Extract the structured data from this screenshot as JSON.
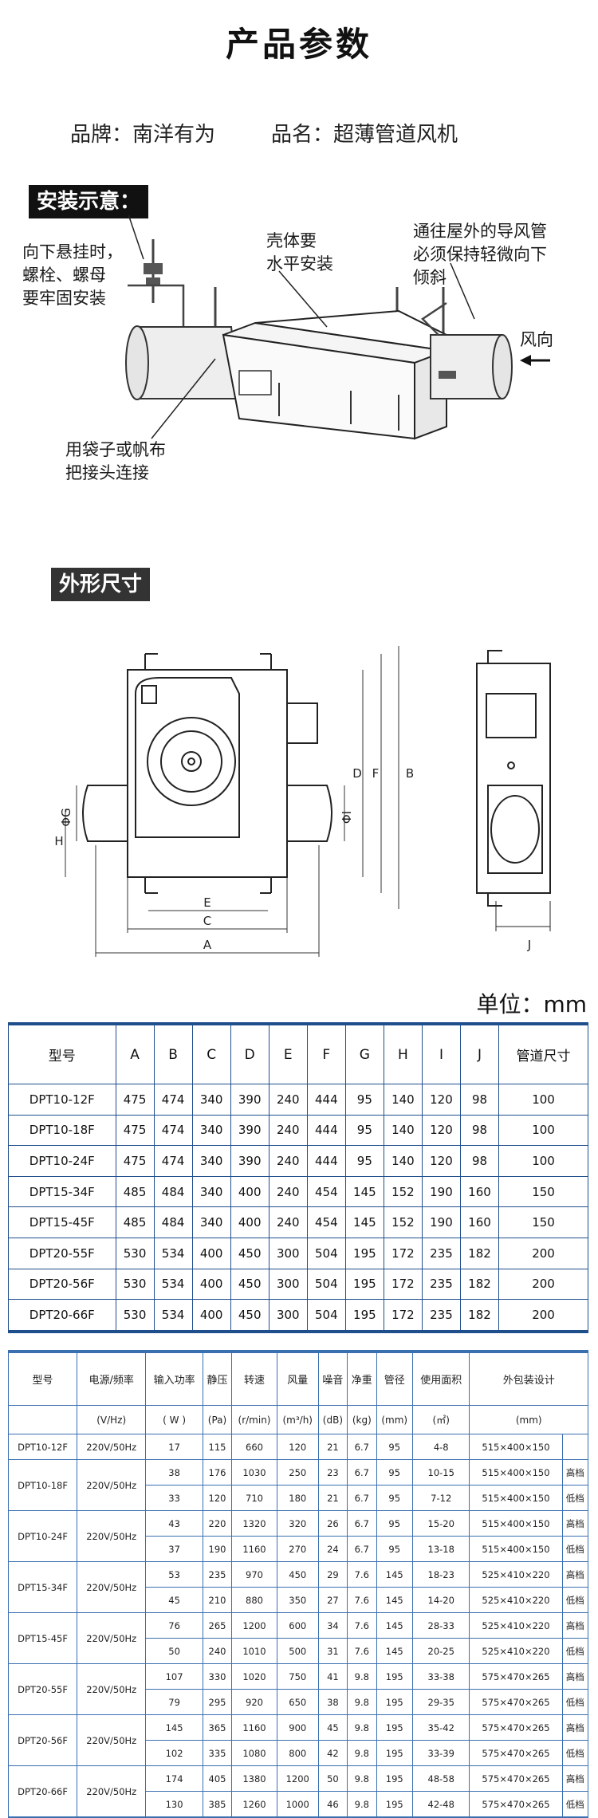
{
  "title": "产品参数",
  "brand": {
    "label": "品牌：南洋有为",
    "name": "品名：超薄管道风机"
  },
  "install": {
    "tag": "安装示意：",
    "callout_hang": [
      "向下悬挂时，",
      "螺栓、螺母",
      "要牢固安装"
    ],
    "callout_level": [
      "壳体要",
      "水平安装"
    ],
    "callout_duct": [
      "通往屋外的导风管",
      "必须保持轻微向下",
      "倾斜"
    ],
    "callout_wind": "风向",
    "callout_bag": [
      "用袋子或帆布",
      "把接头连接"
    ]
  },
  "dims": {
    "tag": "外形尺寸",
    "letters": {
      "A": "A",
      "B": "B",
      "C": "C",
      "D": "D",
      "E": "E",
      "F": "F",
      "G": "ΦG",
      "H": "H",
      "I": "ΦI",
      "J": "J"
    }
  },
  "unit": "单位：mm",
  "table1": {
    "headers": [
      "型号",
      "A",
      "B",
      "C",
      "D",
      "E",
      "F",
      "G",
      "H",
      "I",
      "J",
      "管道尺寸"
    ],
    "rows": [
      [
        "DPT10-12F",
        "475",
        "474",
        "340",
        "390",
        "240",
        "444",
        "95",
        "140",
        "120",
        "98",
        "100"
      ],
      [
        "DPT10-18F",
        "475",
        "474",
        "340",
        "390",
        "240",
        "444",
        "95",
        "140",
        "120",
        "98",
        "100"
      ],
      [
        "DPT10-24F",
        "475",
        "474",
        "340",
        "390",
        "240",
        "444",
        "95",
        "140",
        "120",
        "98",
        "100"
      ],
      [
        "DPT15-34F",
        "485",
        "484",
        "340",
        "400",
        "240",
        "454",
        "145",
        "152",
        "190",
        "160",
        "150"
      ],
      [
        "DPT15-45F",
        "485",
        "484",
        "340",
        "400",
        "240",
        "454",
        "145",
        "152",
        "190",
        "160",
        "150"
      ],
      [
        "DPT20-55F",
        "530",
        "534",
        "400",
        "450",
        "300",
        "504",
        "195",
        "172",
        "235",
        "182",
        "200"
      ],
      [
        "DPT20-56F",
        "530",
        "534",
        "400",
        "450",
        "300",
        "504",
        "195",
        "172",
        "235",
        "182",
        "200"
      ],
      [
        "DPT20-66F",
        "530",
        "534",
        "400",
        "450",
        "300",
        "504",
        "195",
        "172",
        "235",
        "182",
        "200"
      ]
    ]
  },
  "table2": {
    "headers": [
      "型号",
      "电源/频率",
      "输入功率",
      "静压",
      "转速",
      "风量",
      "噪音",
      "净重",
      "管径",
      "使用面积",
      "外包装设计"
    ],
    "units": [
      "",
      "(V/Hz)",
      "( W )",
      "(Pa)",
      "(r/min)",
      "(m³/h)",
      "(dB)",
      "(kg)",
      "(mm)",
      "(㎡)",
      "(mm)"
    ],
    "groups": [
      {
        "model": "DPT10-12F",
        "power": "220V/50Hz",
        "rows": [
          [
            "17",
            "115",
            "660",
            "120",
            "21",
            "6.7",
            "95",
            "4-8",
            "515×400×150",
            ""
          ]
        ]
      },
      {
        "model": "DPT10-18F",
        "power": "220V/50Hz",
        "rows": [
          [
            "38",
            "176",
            "1030",
            "250",
            "23",
            "6.7",
            "95",
            "10-15",
            "515×400×150",
            "高档"
          ],
          [
            "33",
            "120",
            "710",
            "180",
            "21",
            "6.7",
            "95",
            "7-12",
            "515×400×150",
            "低档"
          ]
        ]
      },
      {
        "model": "DPT10-24F",
        "power": "220V/50Hz",
        "rows": [
          [
            "43",
            "220",
            "1320",
            "320",
            "26",
            "6.7",
            "95",
            "15-20",
            "515×400×150",
            "高档"
          ],
          [
            "37",
            "190",
            "1160",
            "270",
            "24",
            "6.7",
            "95",
            "13-18",
            "515×400×150",
            "低档"
          ]
        ]
      },
      {
        "model": "DPT15-34F",
        "power": "220V/50Hz",
        "rows": [
          [
            "53",
            "235",
            "970",
            "450",
            "29",
            "7.6",
            "145",
            "18-23",
            "525×410×220",
            "高档"
          ],
          [
            "45",
            "210",
            "880",
            "350",
            "27",
            "7.6",
            "145",
            "14-20",
            "525×410×220",
            "低档"
          ]
        ]
      },
      {
        "model": "DPT15-45F",
        "power": "220V/50Hz",
        "rows": [
          [
            "76",
            "265",
            "1200",
            "600",
            "34",
            "7.6",
            "145",
            "28-33",
            "525×410×220",
            "高档"
          ],
          [
            "50",
            "240",
            "1010",
            "500",
            "31",
            "7.6",
            "145",
            "20-25",
            "525×410×220",
            "低档"
          ]
        ]
      },
      {
        "model": "DPT20-55F",
        "power": "220V/50Hz",
        "rows": [
          [
            "107",
            "330",
            "1020",
            "750",
            "41",
            "9.8",
            "195",
            "33-38",
            "575×470×265",
            "高档"
          ],
          [
            "79",
            "295",
            "920",
            "650",
            "38",
            "9.8",
            "195",
            "29-35",
            "575×470×265",
            "低档"
          ]
        ]
      },
      {
        "model": "DPT20-56F",
        "power": "220V/50Hz",
        "rows": [
          [
            "145",
            "365",
            "1160",
            "900",
            "45",
            "9.8",
            "195",
            "35-42",
            "575×470×265",
            "高档"
          ],
          [
            "102",
            "335",
            "1080",
            "800",
            "42",
            "9.8",
            "195",
            "33-39",
            "575×470×265",
            "低档"
          ]
        ]
      },
      {
        "model": "DPT20-66F",
        "power": "220V/50Hz",
        "rows": [
          [
            "174",
            "405",
            "1380",
            "1200",
            "50",
            "9.8",
            "195",
            "48-58",
            "575×470×265",
            "高档"
          ],
          [
            "130",
            "385",
            "1260",
            "1000",
            "46",
            "9.8",
            "195",
            "42-48",
            "575×470×265",
            "低档"
          ]
        ]
      }
    ]
  }
}
